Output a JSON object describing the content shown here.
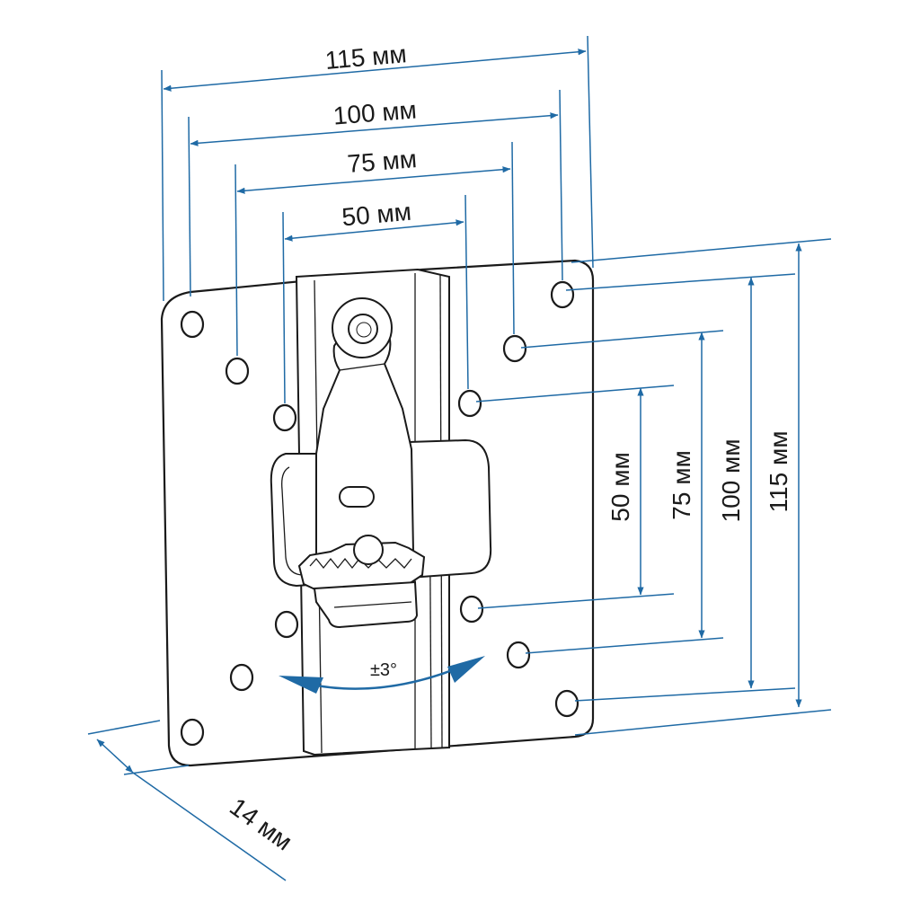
{
  "colors": {
    "dimension": "#1f6aa5",
    "outline": "#1a1a1a",
    "background": "#ffffff"
  },
  "horizontal_dims": {
    "d115": "115 мм",
    "d100": "100 мм",
    "d75": "75 мм",
    "d50": "50 мм"
  },
  "vertical_dims": {
    "d115": "115 мм",
    "d100": "100 мм",
    "d75": "75 мм",
    "d50": "50 мм"
  },
  "depth_dim": "14 мм",
  "tilt_label": "±3°"
}
